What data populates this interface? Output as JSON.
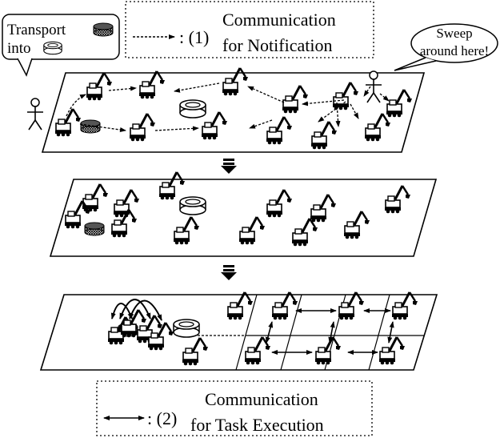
{
  "legend_top": {
    "marker": "-------▸",
    "number": ": (1)",
    "line1": "Communication",
    "line2": "for Notification"
  },
  "legend_bottom": {
    "marker": "←→",
    "number": ": (2)",
    "line1": "Communication",
    "line2": "for Task Execution"
  },
  "bubble_left": {
    "line1": "Transport",
    "line2": "into"
  },
  "bubble_right": {
    "line1": "Sweep",
    "line2": "around here!"
  },
  "icons": {
    "robot": "excavator-robot-icon",
    "human": "human-stick-figure-icon",
    "object": "cylinder-object-icon",
    "goal": "ring-goal-icon",
    "step_arrow": "down-arrow-icon"
  }
}
